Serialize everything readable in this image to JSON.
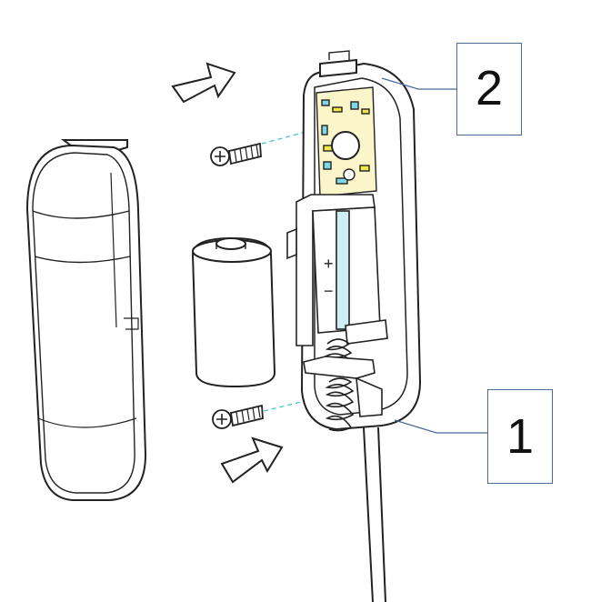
{
  "callouts": [
    {
      "label": "2",
      "points_to": "housing-top"
    },
    {
      "label": "1",
      "points_to": "housing-bottom"
    }
  ],
  "battery_markings": {
    "plus": "+",
    "minus": "−"
  },
  "colors": {
    "line": "#222222",
    "callout": "#4a6a96",
    "guide": "#3fc3c3",
    "pcb_yellow": "#f1e64a",
    "pcb_cyan": "#7fd8e6"
  }
}
